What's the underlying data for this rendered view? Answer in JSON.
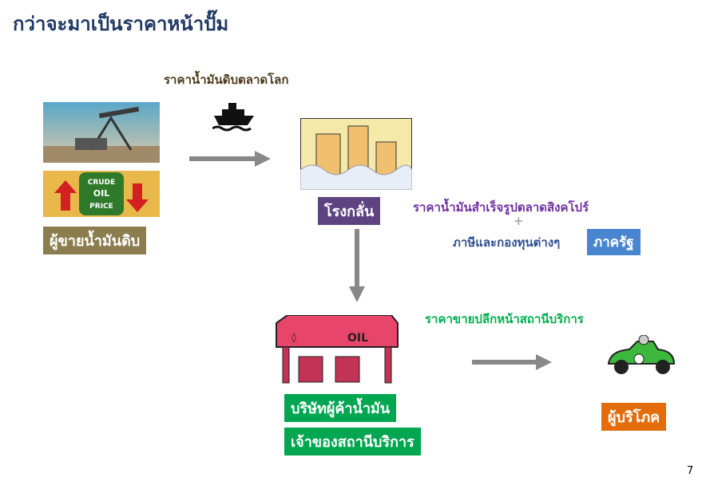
{
  "title": "กว่าจะมาเป็นราคาหน้าปั๊ม",
  "world_crude_price": "ราคาน้ำมันดิบตลาดโลก",
  "crude_seller": "ผู้ขายน้ำมันดิบ",
  "refinery": "โรงกลั่น",
  "singapore_price": "ราคาน้ำมันสำเร็จรูปตลาดสิงคโปร์",
  "plus": "+",
  "taxes_funds": "ภาษีและกองทุนต่างๆ",
  "government": "ภาครัฐ",
  "retail_price": "ราคาขายปลีกหน้าสถานีบริการ",
  "oil_company": "บริษัทผู้ค้าน้ำมัน",
  "station_owner": "เจ้าของสถานีบริการ",
  "consumer": "ผู้บริโภค",
  "page_number": "7",
  "crude_barrel_text": [
    "CRUDE",
    "OIL",
    "PRICE"
  ],
  "station_sign": "OIL"
}
